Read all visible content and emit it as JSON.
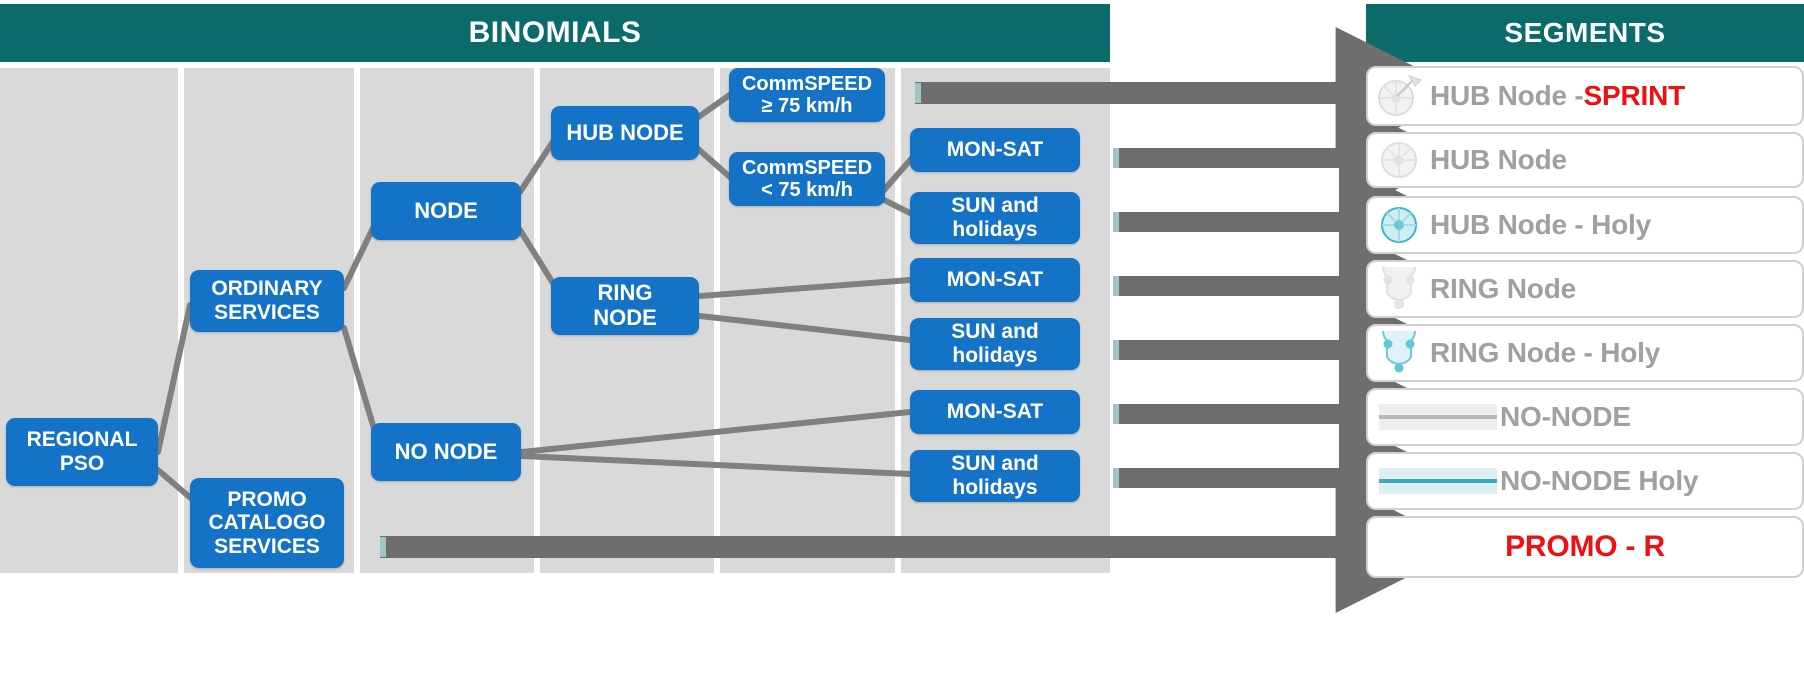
{
  "headers": {
    "binomials": "BINOMIALS",
    "segments": "SEGMENTS"
  },
  "colors": {
    "header_teal": "#0b6b6b",
    "node_blue": "#1473c6",
    "band_grey": "#d9d9d9",
    "arrow_grey": "#6e6e6e",
    "segment_text_grey": "#a0a0a0",
    "accent_red": "#ee1111",
    "holy_cyan": "#3fb6c8"
  },
  "tree": {
    "root": {
      "label": "REGIONAL\nPSO",
      "line1": "REGIONAL",
      "line2": "PSO"
    },
    "level2": [
      {
        "label": "ORDINARY SERVICES",
        "line1": "ORDINARY",
        "line2": "SERVICES"
      },
      {
        "label": "PROMO CATALOGO SERVICES",
        "line1": "PROMO",
        "line2": "CATALOGO",
        "line3": "SERVICES"
      }
    ],
    "level3": [
      {
        "label": "NODE"
      },
      {
        "label": "NO NODE"
      }
    ],
    "level4": [
      {
        "label": "HUB NODE"
      },
      {
        "label": "RING NODE",
        "line1": "RING",
        "line2": "NODE"
      }
    ],
    "level5": [
      {
        "label": "CommSPEED ≥ 75 km/h",
        "line1": "CommSPEED",
        "line2": "≥ 75 km/h"
      },
      {
        "label": "CommSPEED < 75 km/h",
        "line1": "CommSPEED",
        "line2": "< 75 km/h"
      }
    ],
    "level6": [
      {
        "label": "MON-SAT"
      },
      {
        "label": "SUN and holidays",
        "line1": "SUN and",
        "line2": "holidays"
      },
      {
        "label": "MON-SAT"
      },
      {
        "label": "SUN and holidays",
        "line1": "SUN and",
        "line2": "holidays"
      },
      {
        "label": "MON-SAT"
      },
      {
        "label": "SUN and holidays",
        "line1": "SUN and",
        "line2": "holidays"
      }
    ]
  },
  "segments": [
    {
      "label_plain": "HUB Node -",
      "label_accent": "SPRINT",
      "icon": "hub-node-sprint-icon",
      "style": "wheel-grey-tag"
    },
    {
      "label_plain": "HUB Node",
      "label_accent": "",
      "icon": "hub-node-icon",
      "style": "wheel-grey"
    },
    {
      "label_plain": "HUB Node -  Holy",
      "label_accent": "",
      "icon": "hub-node-holy-icon",
      "style": "wheel-cyan"
    },
    {
      "label_plain": "RING Node",
      "label_accent": "",
      "icon": "ring-node-icon",
      "style": "ring-grey"
    },
    {
      "label_plain": "RING Node - Holy",
      "label_accent": "",
      "icon": "ring-node-holy-icon",
      "style": "ring-cyan"
    },
    {
      "label_plain": "NO-NODE",
      "label_accent": "",
      "icon": "no-node-line-icon",
      "style": "line-grey"
    },
    {
      "label_plain": "NO-NODE Holy",
      "label_accent": "",
      "icon": "no-node-holy-line-icon",
      "style": "line-cyan"
    },
    {
      "label_plain": "",
      "label_accent": "PROMO - R",
      "icon": "none",
      "style": "text-red"
    }
  ]
}
